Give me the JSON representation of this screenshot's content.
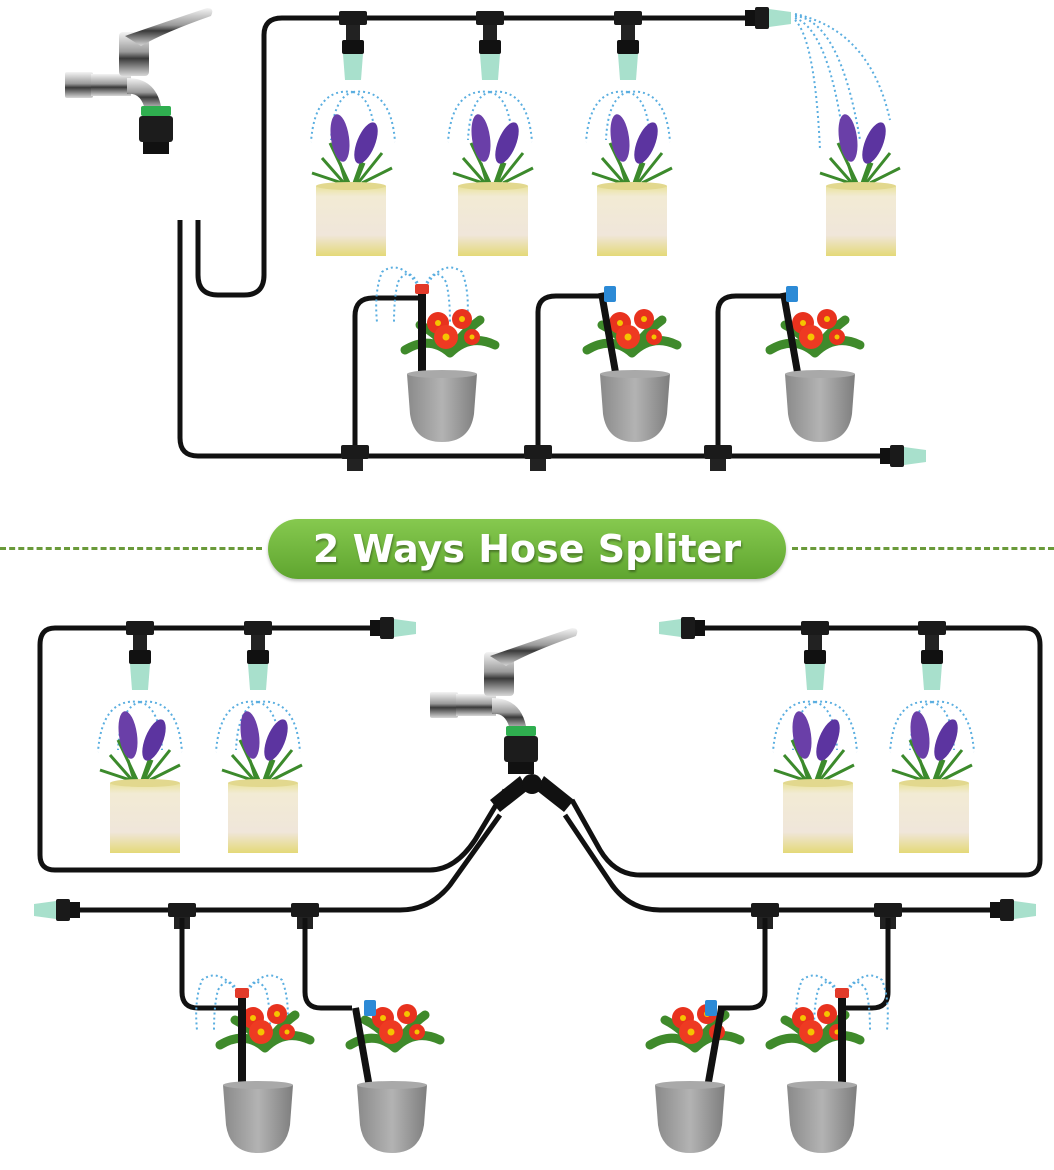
{
  "banner": {
    "title": "2 Ways Hose Spliter"
  },
  "colors": {
    "banner_green": "#6fb43c",
    "divider_green": "#6a9a3a",
    "hose_black": "#111111",
    "nozzle_mint": "#9fdcc7",
    "spray_blue": "#5aaee0",
    "crocus_purple": "#6a3fa8",
    "flower_red": "#e8321e",
    "pot_gray": "#9a9a9a",
    "pot_cream": "#f1e9c8",
    "connector_green": "#2fae4f",
    "dripper_red": "#e23a2a",
    "dripper_blue": "#2c8ad6"
  },
  "top_section": {
    "label": "single-way faucet setup",
    "hanging_crocus_pots": 3,
    "end_spray_crocus_pots": 1,
    "drip_flower_pots": 3
  },
  "bottom_section": {
    "label": "two-way splitter setup",
    "left_crocus_pots": 2,
    "right_crocus_pots": 2,
    "left_drip_flower_pots": 2,
    "right_drip_flower_pots": 2
  }
}
